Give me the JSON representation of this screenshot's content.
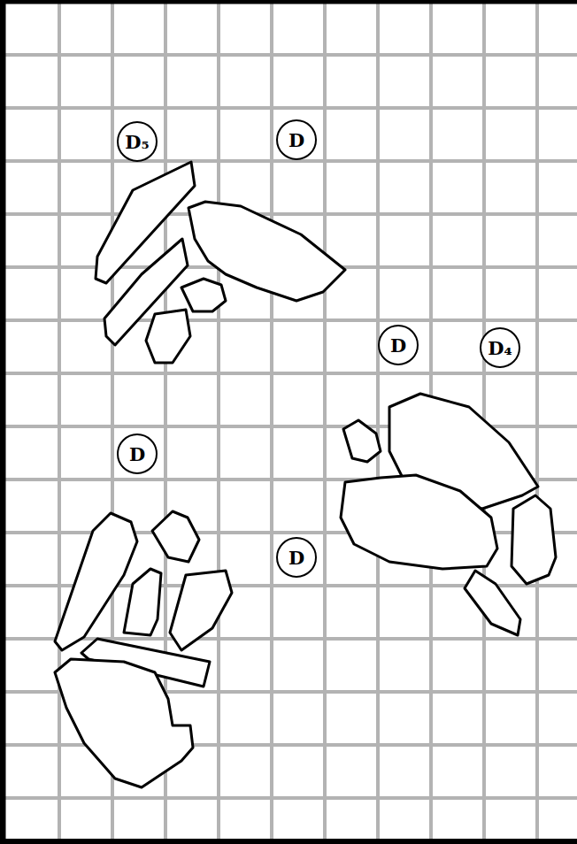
{
  "diagram": {
    "nodes": [
      {
        "text": [
          "D₅"
        ]
      },
      {
        "text": [
          "D"
        ]
      },
      {
        "text": [
          "D"
        ]
      },
      {
        "text": [
          "D₄"
        ]
      },
      {
        "text": [
          "D"
        ]
      },
      {
        "text": [
          "D"
        ]
      }
    ]
  }
}
